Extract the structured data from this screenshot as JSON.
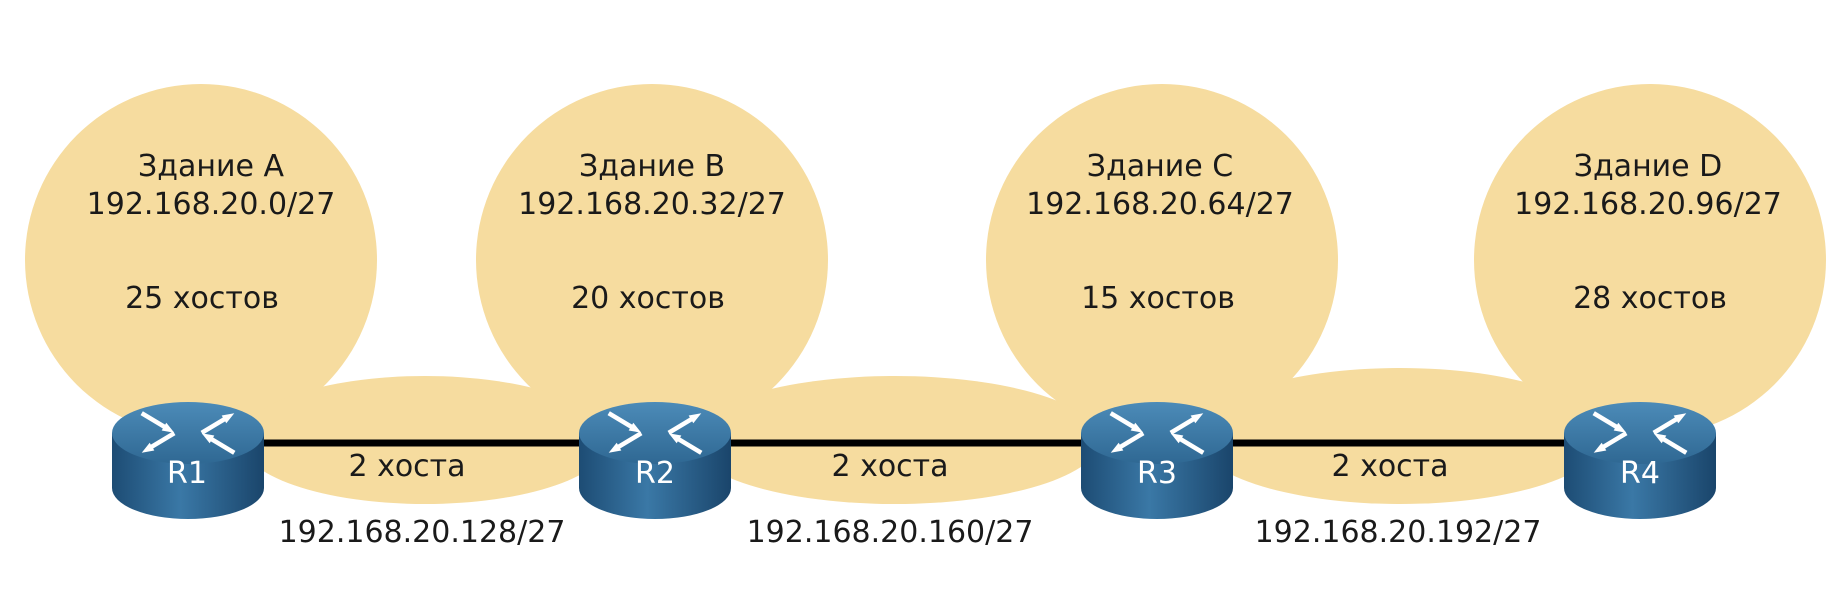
{
  "buildings": [
    {
      "name": "Здание A",
      "network": "192.168.20.0/27",
      "hosts": "25 хостов"
    },
    {
      "name": "Здание B",
      "network": "192.168.20.32/27",
      "hosts": "20 хостов"
    },
    {
      "name": "Здание C",
      "network": "192.168.20.64/27",
      "hosts": "15 хостов"
    },
    {
      "name": "Здание D",
      "network": "192.168.20.96/27",
      "hosts": "28 хостов"
    }
  ],
  "links": [
    {
      "hosts": "2 хоста",
      "network": "192.168.20.128/27"
    },
    {
      "hosts": "2 хоста",
      "network": "192.168.20.160/27"
    },
    {
      "hosts": "2 хоста",
      "network": "192.168.20.192/27"
    }
  ],
  "routers": [
    "R1",
    "R2",
    "R3",
    "R4"
  ],
  "colors": {
    "bubble": "#f6dc9f",
    "router_top": "#3d79a6",
    "router_side": "#1f4f78",
    "link": "#000000"
  }
}
